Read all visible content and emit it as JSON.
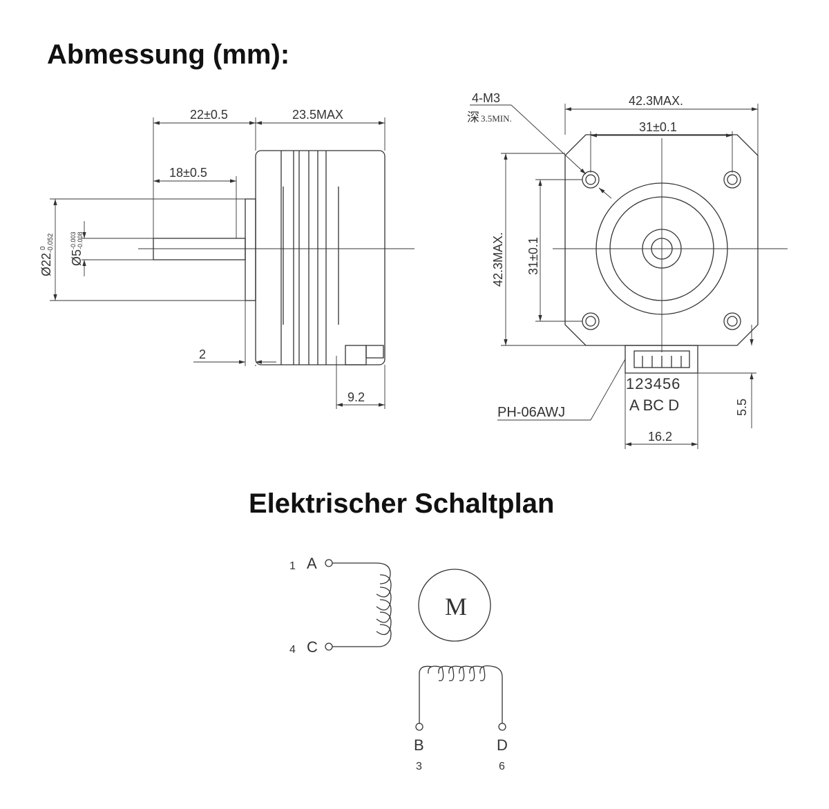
{
  "headings": {
    "dimensions": "Abmessung (mm):",
    "schematic": "Elektrischer Schaltplan"
  },
  "side_view": {
    "d1": "22±0.5",
    "d2": "23.5MAX",
    "d3": "18±0.5",
    "d4": "Ø22",
    "d4_tol_upper": "0",
    "d4_tol_lower": "-0.052",
    "d5": "Ø5",
    "d5_tol_upper": "-0.003",
    "d5_tol_lower": "-0.008",
    "d6": "2",
    "d7": "9.2"
  },
  "front_view": {
    "hole_spec": "4-M3",
    "hole_depth_char": "深",
    "hole_depth": "3.5MIN.",
    "width": "42.3MAX.",
    "hole_spacing_h": "31±0.1",
    "height": "42.3MAX.",
    "hole_spacing_v": "31±0.1",
    "pins": "123456",
    "pin_labels": "A BC D",
    "connector": "PH-06AWJ",
    "conn_width": "16.2",
    "conn_height": "5.5"
  },
  "schematic": {
    "motor": "M",
    "A": {
      "name": "A",
      "pin": "1"
    },
    "C": {
      "name": "C",
      "pin": "4"
    },
    "B": {
      "name": "B",
      "pin": "3"
    },
    "D": {
      "name": "D",
      "pin": "6"
    }
  }
}
